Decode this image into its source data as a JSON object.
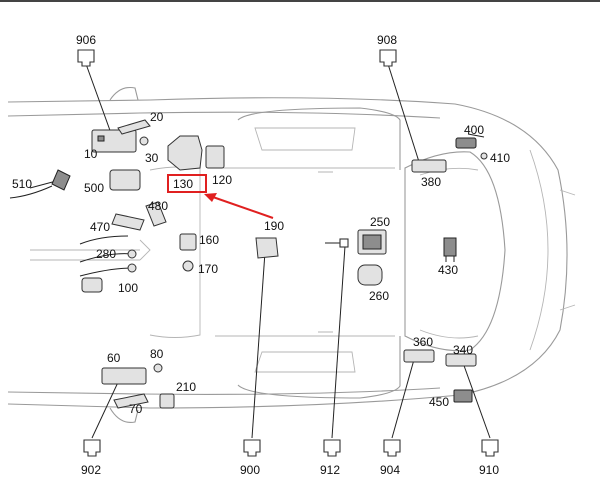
{
  "diagram": {
    "highlight_color": "#e02020",
    "labels": {
      "l906": "906",
      "l908": "908",
      "l20": "20",
      "l10": "10",
      "l30": "30",
      "l130": "130",
      "l120": "120",
      "l400": "400",
      "l410": "410",
      "l380": "380",
      "l510": "510",
      "l500": "500",
      "l480": "480",
      "l470": "470",
      "l190": "190",
      "l250": "250",
      "l160": "160",
      "l280": "280",
      "l170": "170",
      "l430": "430",
      "l100": "100",
      "l260": "260",
      "l360": "360",
      "l340": "340",
      "l60": "60",
      "l80": "80",
      "l210": "210",
      "l450": "450",
      "l70": "70",
      "l902": "902",
      "l900": "900",
      "l912": "912",
      "l904": "904",
      "l910": "910"
    }
  }
}
